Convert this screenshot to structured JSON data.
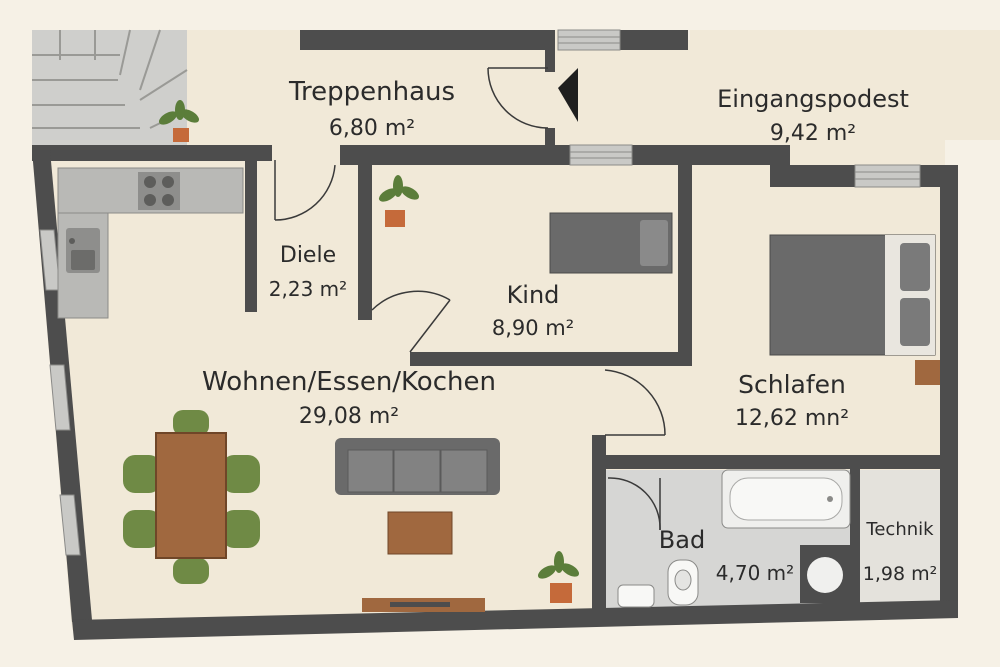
{
  "rooms": {
    "treppenhaus": {
      "name": "Treppenhaus",
      "area": "6,80 m²"
    },
    "eingangspodest": {
      "name": "Eingangspodest",
      "area": "9,42 m²"
    },
    "diele": {
      "name": "Diele",
      "area": "2,23 m²"
    },
    "kind": {
      "name": "Kind",
      "area": "8,90 m²"
    },
    "wohnen": {
      "name": "Wohnen/Essen/Kochen",
      "area": "29,08 m²"
    },
    "schlafen": {
      "name": "Schlafen",
      "area": "12,62 mn²"
    },
    "bad": {
      "name": "Bad",
      "area": "4,70 m²"
    },
    "technik": {
      "name": "Technik",
      "area": "1,98 m²"
    }
  },
  "colors": {
    "background": "#f6f1e6",
    "floor": "#f1e9d8",
    "wall": "#4d4d4d",
    "bath_floor": "#d6d6d4",
    "stairs": "#c9c9c6",
    "furniture_gray": "#6a6a6a",
    "plant_green": "#5b7d3a",
    "wood": "#a0683f",
    "chair_green": "#6f8a45"
  }
}
